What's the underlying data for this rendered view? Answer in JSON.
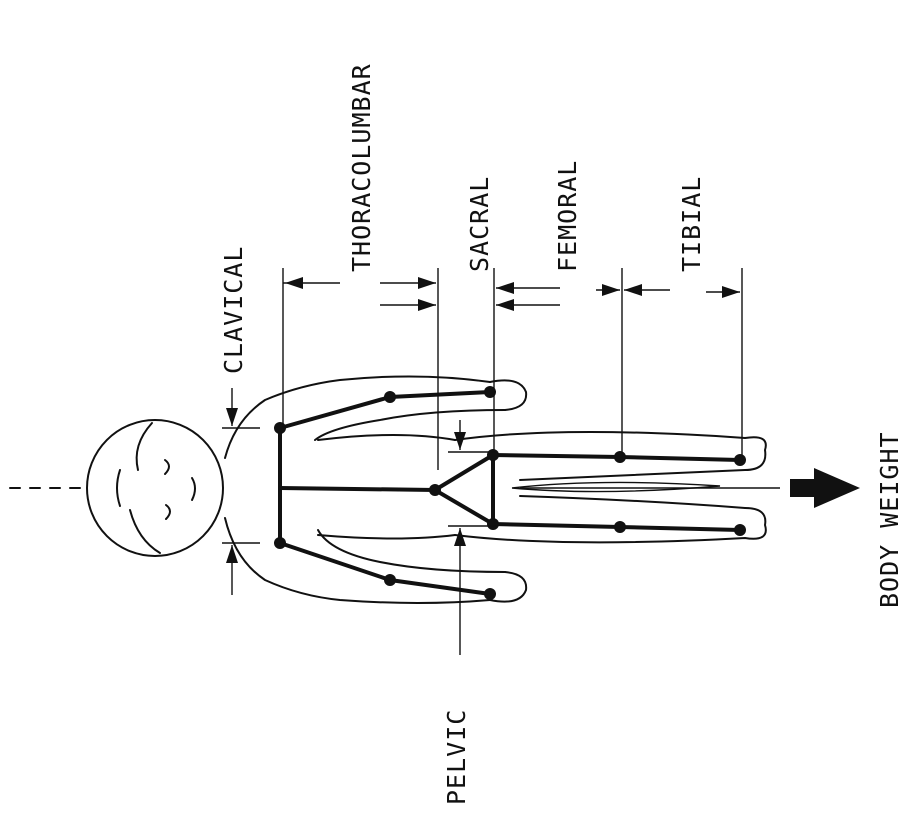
{
  "labels": {
    "thoracolumbar": "THORACOLUMBAR",
    "sacral": "SACRAL",
    "femoral": "FEMORAL",
    "tibial": "TIBIAL",
    "clavical": "CLAVICAL",
    "pelvic": "PELVIC",
    "body_weight": "BODY WEIGHT"
  },
  "colors": {
    "ink": "#111111",
    "background": "#ffffff"
  }
}
